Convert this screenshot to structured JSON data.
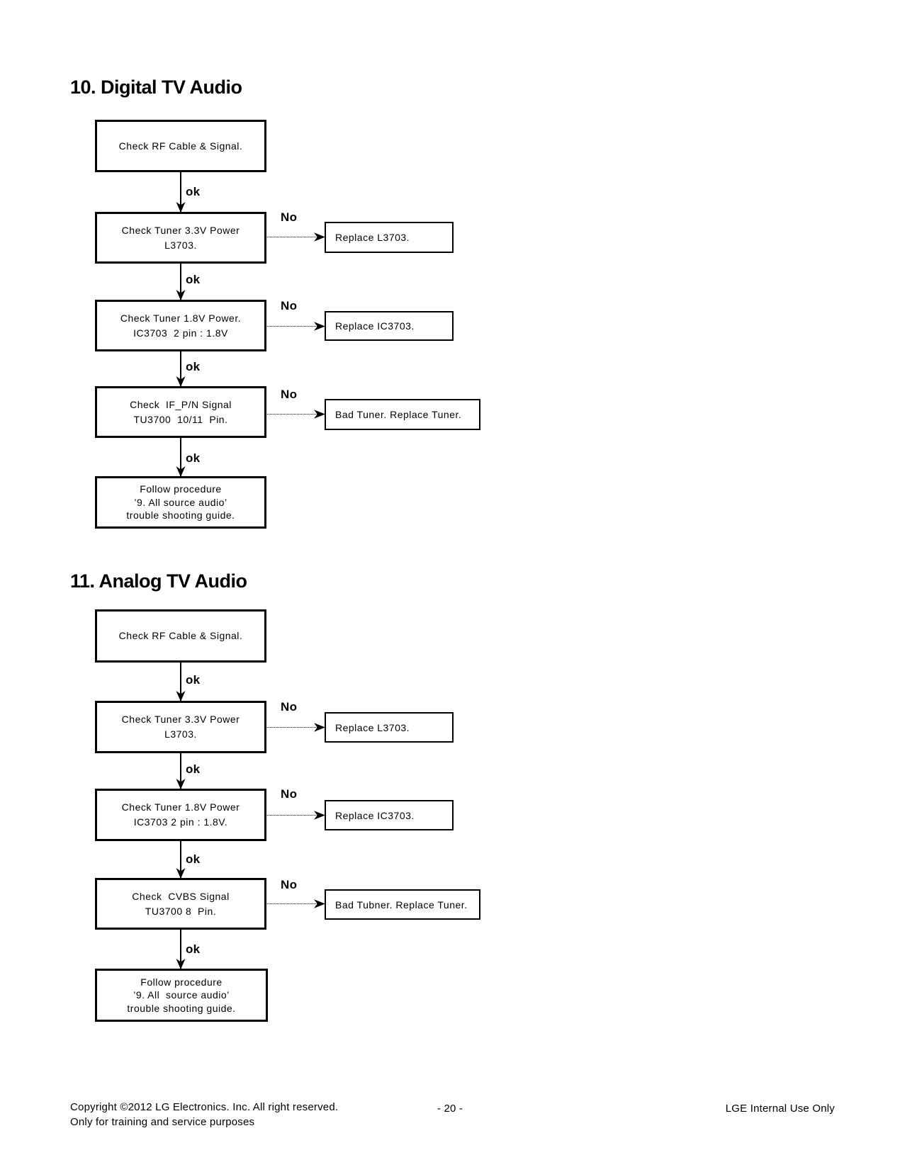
{
  "chart1": {
    "title": "10. Digital TV Audio",
    "ok": "ok",
    "no": "No",
    "steps": [
      {
        "lines": [
          "Check RF Cable & Signal."
        ]
      },
      {
        "lines": [
          "Check Tuner 3.3V Power",
          "L3703."
        ]
      },
      {
        "lines": [
          "Check Tuner 1.8V Power.",
          "IC3703  2 pin : 1.8V"
        ]
      },
      {
        "lines": [
          "Check  IF_P/N Signal",
          "TU3700  10/11  Pin."
        ]
      },
      {
        "lines": [
          "Follow procedure",
          "’9. All source audio’",
          "trouble shooting guide."
        ]
      }
    ],
    "results": [
      "Replace L3703.",
      "Replace IC3703.",
      "Bad Tuner. Replace Tuner."
    ]
  },
  "chart2": {
    "title": "11. Analog TV Audio",
    "ok": "ok",
    "no": "No",
    "steps": [
      {
        "lines": [
          "Check RF Cable & Signal."
        ]
      },
      {
        "lines": [
          "Check Tuner 3.3V Power",
          "L3703."
        ]
      },
      {
        "lines": [
          "Check Tuner 1.8V Power",
          "IC3703 2 pin : 1.8V."
        ]
      },
      {
        "lines": [
          "Check  CVBS Signal",
          "TU3700 8  Pin."
        ]
      },
      {
        "lines": [
          "Follow procedure",
          "’9. All  source audio’",
          "trouble shooting guide."
        ]
      }
    ],
    "results": [
      "Replace L3703.",
      "Replace IC3703.",
      "Bad Tubner. Replace Tuner."
    ]
  },
  "footer": {
    "copyright_line1": "Copyright ©2012 LG Electronics. Inc. All right reserved.",
    "copyright_line2": "Only for training and service purposes",
    "page_number": "- 20 -",
    "internal_note": "LGE Internal Use Only"
  }
}
